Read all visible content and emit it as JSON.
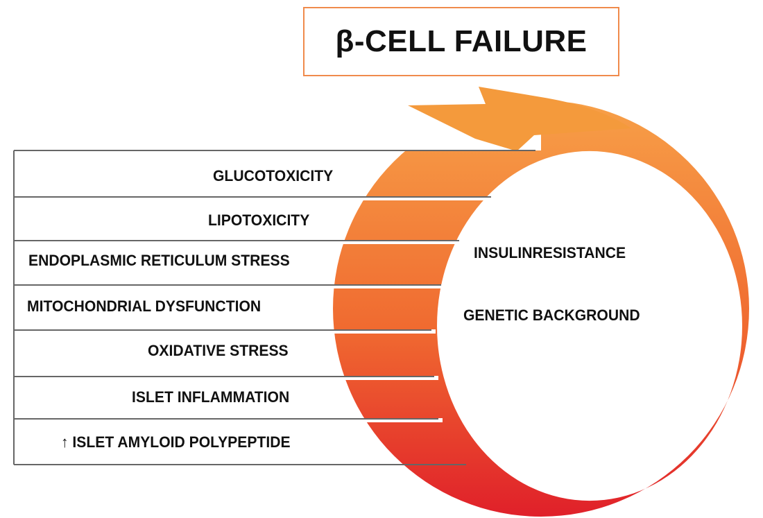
{
  "title": "β-CELL FAILURE",
  "factors": [
    {
      "label": "GLUCOTOXICITY"
    },
    {
      "label": "LIPOTOXICITY"
    },
    {
      "label": "ENDOPLASMIC RETICULUM STRESS"
    },
    {
      "label": "MITOCHONDRIAL DYSFUNCTION"
    },
    {
      "label": "OXIDATIVE STRESS"
    },
    {
      "label": "ISLET INFLAMMATION"
    },
    {
      "label": "↑ ISLET AMYLOID POLYPEPTIDE"
    }
  ],
  "center_labels": {
    "insulin": "INSULINRESISTANCE",
    "genetic": "GENETIC BACKGROUND"
  },
  "colors": {
    "arrow_top": "#f7a048",
    "arrow_bottom": "#e0202a",
    "title_border": "#f08a4b",
    "row_border": "#666666"
  }
}
